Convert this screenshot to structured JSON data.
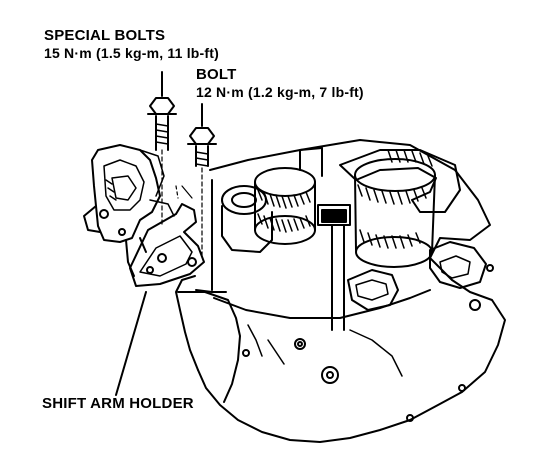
{
  "labels": {
    "special_bolts": {
      "title": "SPECIAL BOLTS",
      "spec": "15 N·m (1.5 kg-m, 11 lb-ft)"
    },
    "bolt": {
      "title": "BOLT",
      "spec": "12 N·m (1.2 kg-m, 7 lb-ft)"
    },
    "shift_arm_holder": "SHIFT ARM HOLDER"
  },
  "colors": {
    "ink": "#000000",
    "paper": "#ffffff"
  }
}
